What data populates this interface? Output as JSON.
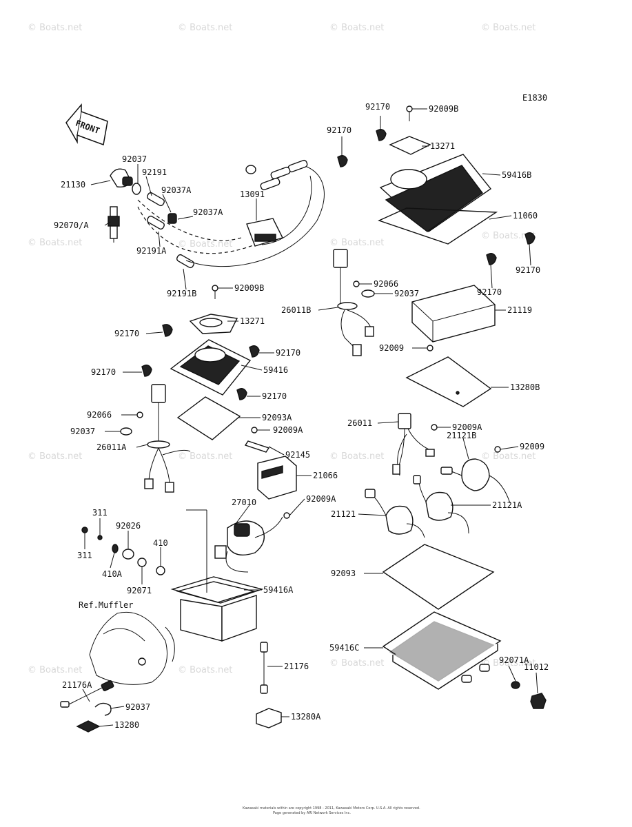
{
  "figure_code": "E1830",
  "front_label": "FRONT",
  "watermark": "© Boats.net",
  "reference_note": "Ref.Muffler",
  "copyright_line1": "Kawasaki materials within are copyright 1998 - 2011, Kawasaki Motors Corp. U.S.A. All rights reserved.",
  "copyright_line2": "Page generated by ARI Network Services Inc.",
  "parts": [
    "21130",
    "92037",
    "92191",
    "92037A",
    "92037A",
    "13091",
    "92070/A",
    "92191A",
    "92191B",
    "92009B",
    "13271",
    "92170",
    "59416",
    "92170",
    "92170",
    "92170",
    "92093A",
    "92066",
    "92037",
    "26011A",
    "92009A",
    "92145",
    "21066",
    "27010",
    "92009A",
    "311",
    "311",
    "92026",
    "410A",
    "410",
    "92071",
    "59416A",
    "21176A",
    "92037",
    "13280",
    "21176",
    "13280A",
    "92170",
    "92009B",
    "92170",
    "13271",
    "59416B",
    "11060",
    "92170",
    "92066",
    "92037",
    "26011B",
    "92170",
    "21119",
    "92009",
    "13280B",
    "26011",
    "92009A",
    "21121B",
    "92009",
    "21121",
    "21121A",
    "92093",
    "59416C",
    "92071A",
    "11012"
  ]
}
